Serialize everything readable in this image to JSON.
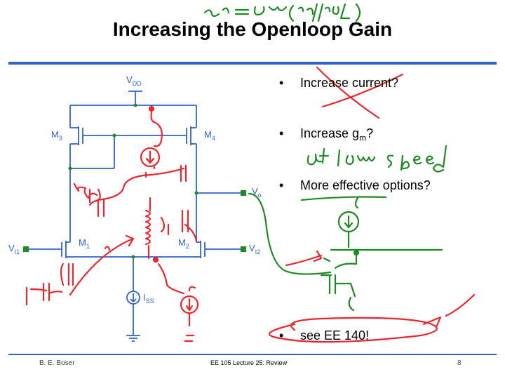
{
  "slide": {
    "title": "Increasing the Openloop Gain",
    "handwritten_note": "a_v0 = g_m1 (r_o2 // r_o4)",
    "bullets": [
      {
        "pre": "Increase current?",
        "sub": "",
        "post": ""
      },
      {
        "pre": "Increase g",
        "sub": "m",
        "post": "?"
      },
      {
        "pre": "More effective options?",
        "sub": "",
        "post": ""
      },
      {
        "pre": "see EE 140!",
        "sub": "",
        "post": ""
      }
    ],
    "handwritten_speed": "at low speed",
    "footer": {
      "author": "B. E. Boser",
      "course": "EE 105 Lecture 25: Review",
      "page": "8"
    }
  },
  "circuit": {
    "vdd": {
      "main": "V",
      "sub": "DD"
    },
    "m3": {
      "main": "M",
      "sub": "3"
    },
    "m4": {
      "main": "M",
      "sub": "4"
    },
    "m1": {
      "main": "M",
      "sub": "1"
    },
    "m2": {
      "main": "M",
      "sub": "2"
    },
    "vo": {
      "main": "V",
      "sub": "o"
    },
    "vi1": {
      "main": "V",
      "sub": "I1"
    },
    "vi2": {
      "main": "V",
      "sub": "I2"
    },
    "iss": {
      "main": "I",
      "sub": "SS"
    }
  },
  "colors": {
    "circuit": "#2f62c8",
    "ink_red": "#e8262c",
    "ink_green": "#1e8a22",
    "rule": "#2f62c8"
  }
}
